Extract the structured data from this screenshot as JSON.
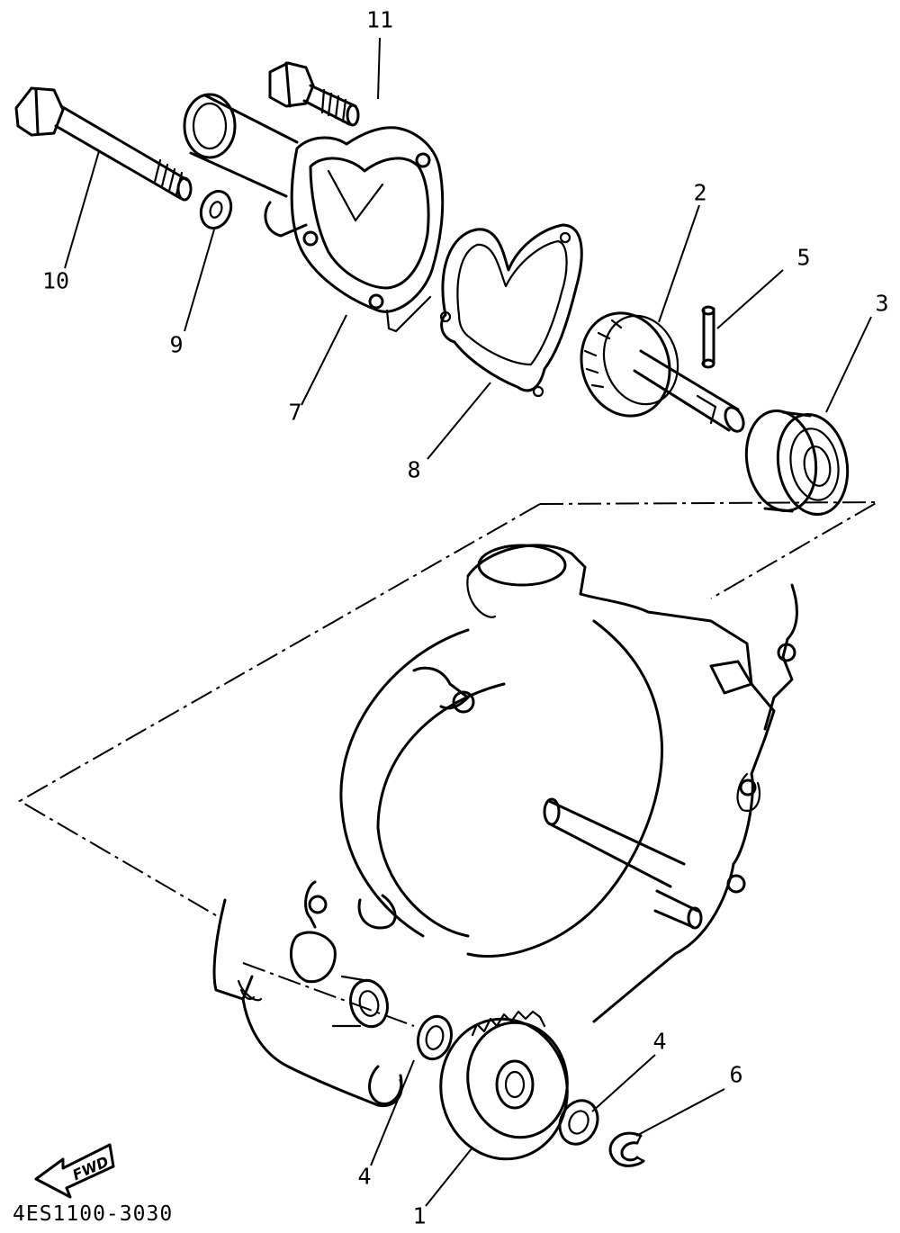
{
  "diagram_code": "4ES1100-3030",
  "fwd_label": "FWD",
  "callouts": [
    {
      "id": "callout-11",
      "label": "11"
    },
    {
      "id": "callout-10",
      "label": "10"
    },
    {
      "id": "callout-9",
      "label": "9"
    },
    {
      "id": "callout-7",
      "label": "7"
    },
    {
      "id": "callout-8",
      "label": "8"
    },
    {
      "id": "callout-2",
      "label": "2"
    },
    {
      "id": "callout-5",
      "label": "5"
    },
    {
      "id": "callout-3",
      "label": "3"
    },
    {
      "id": "callout-4a",
      "label": "4"
    },
    {
      "id": "callout-6",
      "label": "6"
    },
    {
      "id": "callout-4b",
      "label": "4"
    },
    {
      "id": "callout-1",
      "label": "1"
    }
  ],
  "parts_icons": [
    "bolt-icon",
    "washer-icon",
    "pump-cover-icon",
    "gasket-icon",
    "impeller-icon",
    "pin-icon",
    "bearing-icon",
    "gear-icon",
    "circlip-icon",
    "crankcase-cover-icon",
    "fwd-arrow-icon"
  ]
}
